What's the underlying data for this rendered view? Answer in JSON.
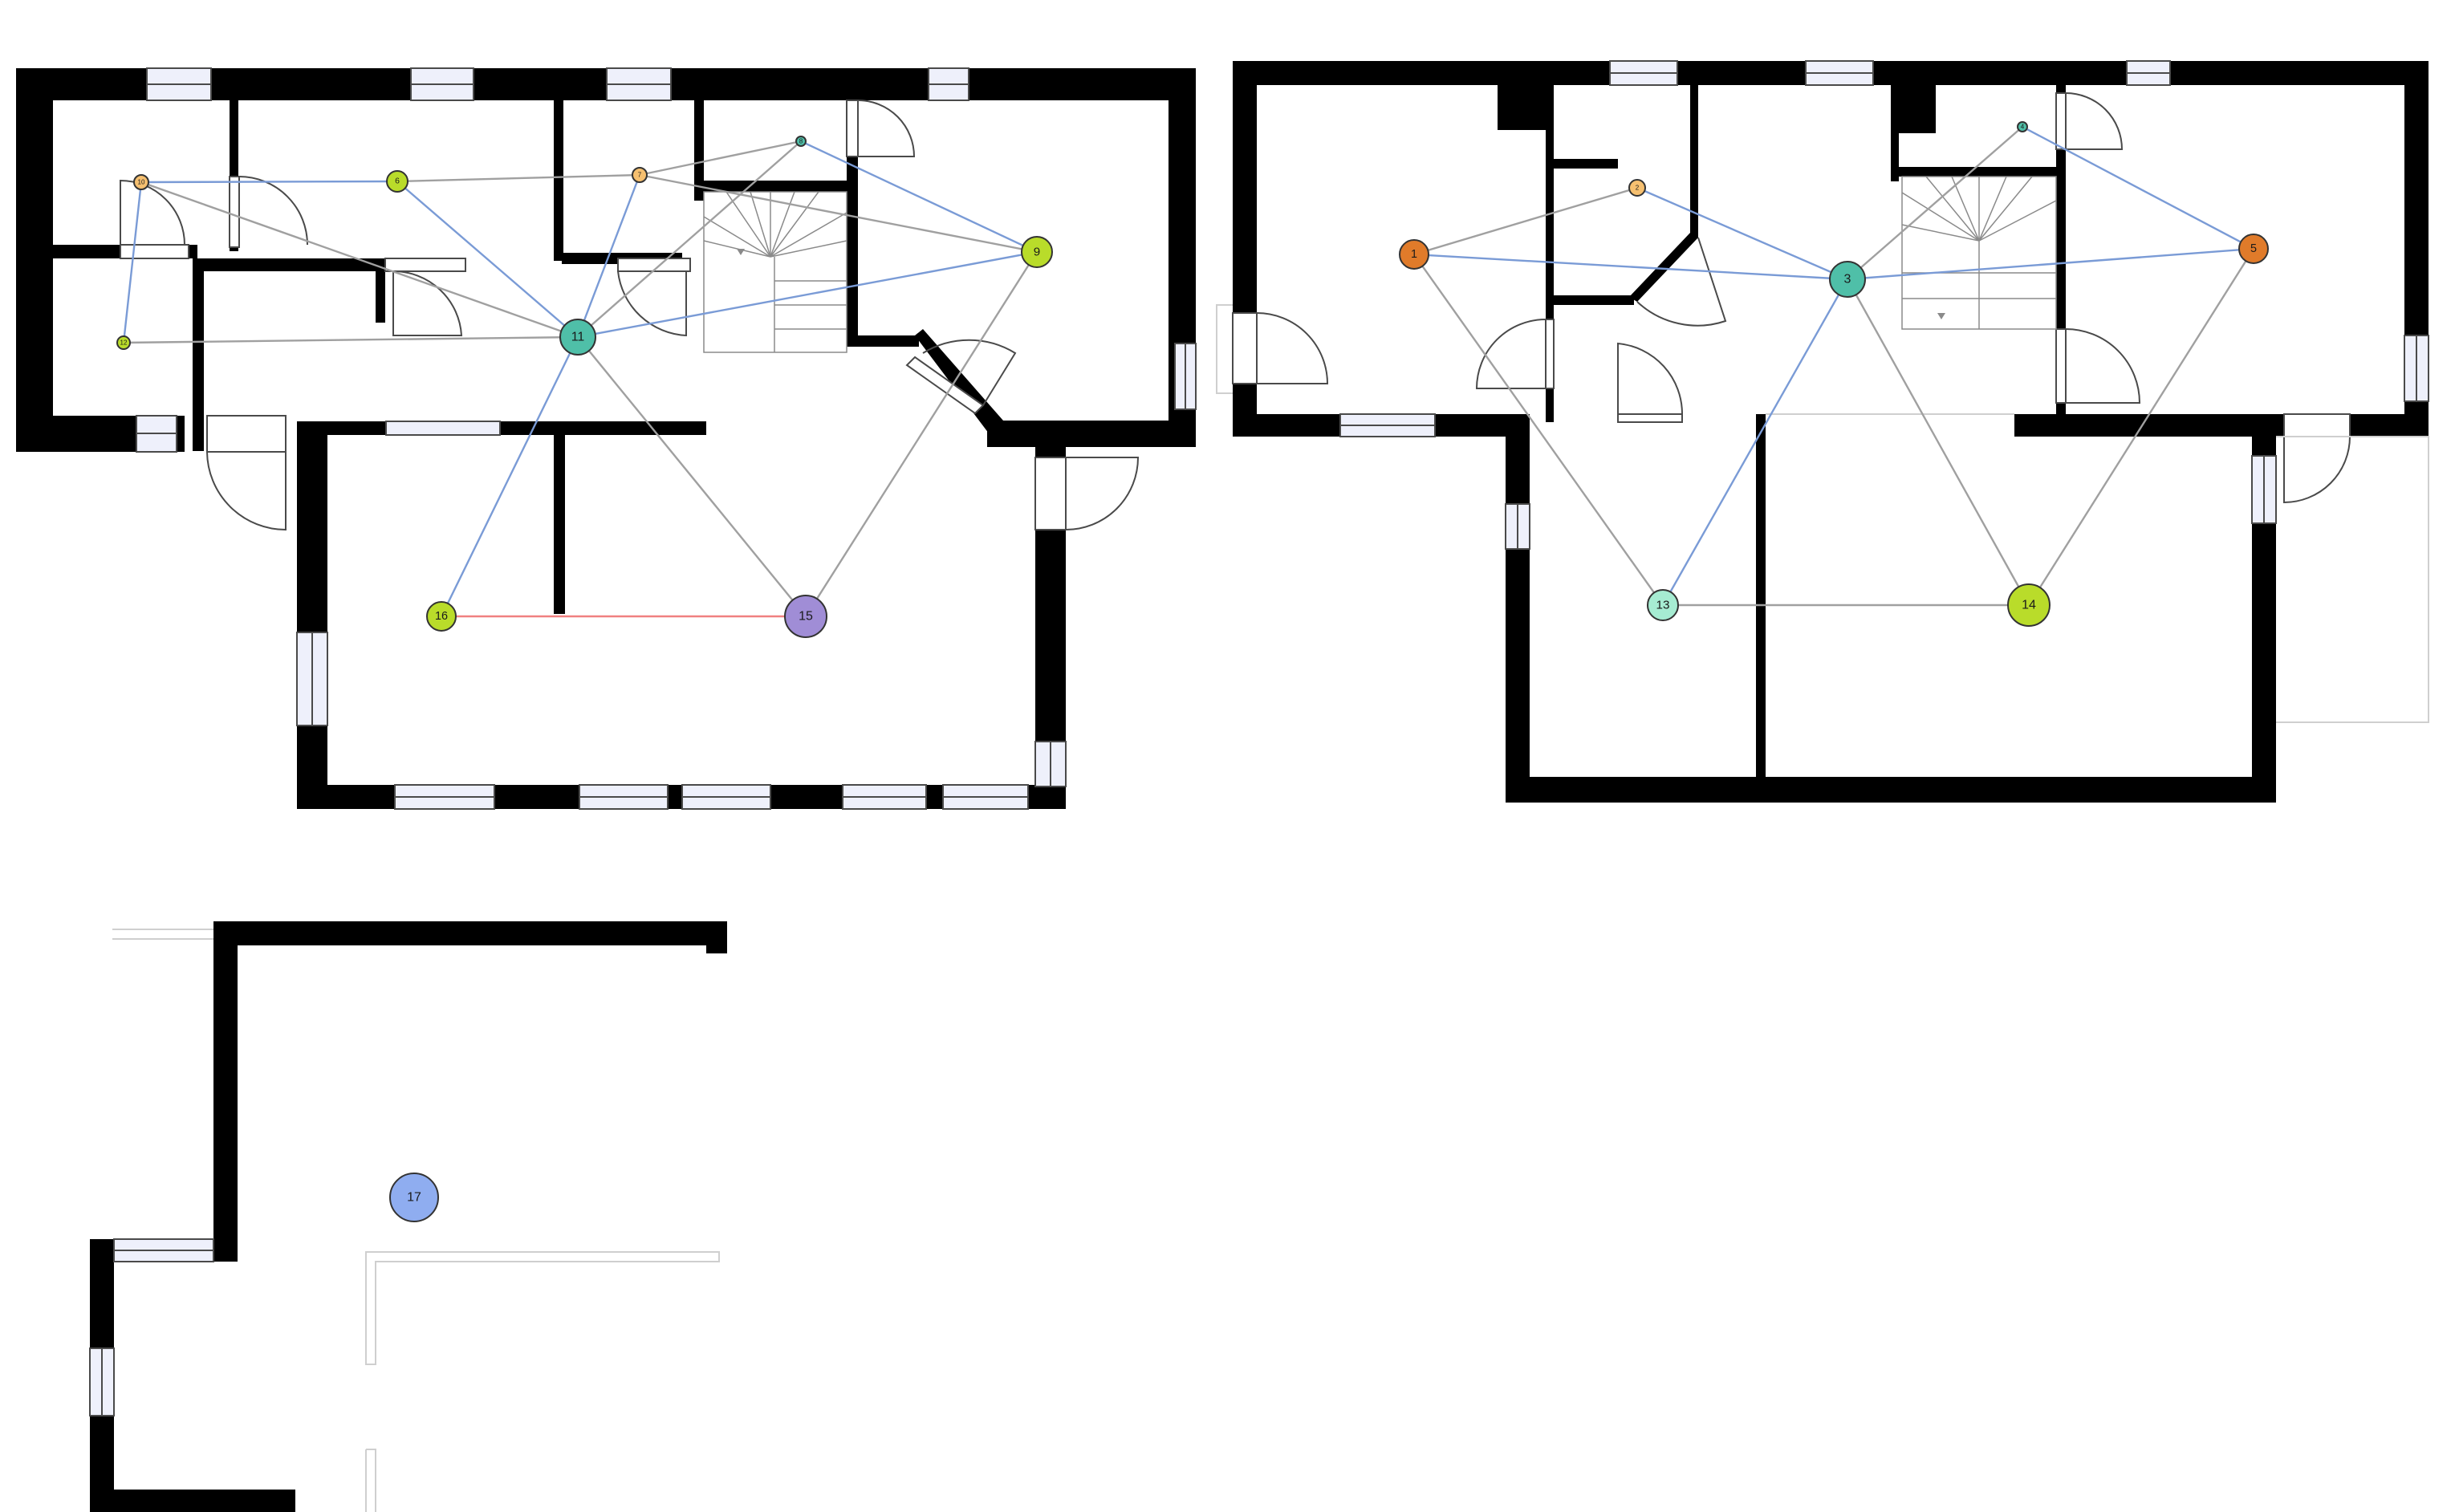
{
  "colors": {
    "wall": "#000000",
    "window_fill": "#eef0fb",
    "edge_gray": "#a0a0a0",
    "edge_blue": "#7a9bd6",
    "edge_red": "#f08080"
  },
  "nodes": [
    {
      "id": "1",
      "label": "1",
      "color": "#e07b2a"
    },
    {
      "id": "2",
      "label": "2",
      "color": "#f6c070"
    },
    {
      "id": "3",
      "label": "3",
      "color": "#4fbfa8"
    },
    {
      "id": "4",
      "label": "4",
      "color": "#4fbfa8"
    },
    {
      "id": "5",
      "label": "5",
      "color": "#e07b2a"
    },
    {
      "id": "6",
      "label": "6",
      "color": "#b9dc2a"
    },
    {
      "id": "7",
      "label": "7",
      "color": "#f6c070"
    },
    {
      "id": "8",
      "label": "8",
      "color": "#4fbfa8"
    },
    {
      "id": "9",
      "label": "9",
      "color": "#b9dc2a"
    },
    {
      "id": "10",
      "label": "10",
      "color": "#f6c070"
    },
    {
      "id": "11",
      "label": "11",
      "color": "#4fbfa8"
    },
    {
      "id": "12",
      "label": "12",
      "color": "#b9dc2a"
    },
    {
      "id": "13",
      "label": "13",
      "color": "#a6ecd2"
    },
    {
      "id": "14",
      "label": "14",
      "color": "#b9dc2a"
    },
    {
      "id": "15",
      "label": "15",
      "color": "#a08dd6"
    },
    {
      "id": "16",
      "label": "16",
      "color": "#b9dc2a"
    },
    {
      "id": "17",
      "label": "17",
      "color": "#8fadf0"
    }
  ],
  "edges": [
    {
      "from": "10",
      "to": "6",
      "kind": "blue"
    },
    {
      "from": "10",
      "to": "12",
      "kind": "blue"
    },
    {
      "from": "10",
      "to": "11",
      "kind": "gray"
    },
    {
      "from": "12",
      "to": "11",
      "kind": "gray"
    },
    {
      "from": "6",
      "to": "7",
      "kind": "gray"
    },
    {
      "from": "6",
      "to": "11",
      "kind": "blue"
    },
    {
      "from": "7",
      "to": "8",
      "kind": "gray"
    },
    {
      "from": "7",
      "to": "11",
      "kind": "blue"
    },
    {
      "from": "7",
      "to": "9",
      "kind": "gray"
    },
    {
      "from": "8",
      "to": "11",
      "kind": "gray"
    },
    {
      "from": "8",
      "to": "9",
      "kind": "blue"
    },
    {
      "from": "11",
      "to": "9",
      "kind": "blue"
    },
    {
      "from": "11",
      "to": "16",
      "kind": "blue"
    },
    {
      "from": "11",
      "to": "15",
      "kind": "gray"
    },
    {
      "from": "9",
      "to": "15",
      "kind": "gray"
    },
    {
      "from": "16",
      "to": "15",
      "kind": "red"
    },
    {
      "from": "1",
      "to": "2",
      "kind": "gray"
    },
    {
      "from": "1",
      "to": "3",
      "kind": "blue"
    },
    {
      "from": "1",
      "to": "13",
      "kind": "gray"
    },
    {
      "from": "2",
      "to": "3",
      "kind": "blue"
    },
    {
      "from": "3",
      "to": "4",
      "kind": "gray"
    },
    {
      "from": "3",
      "to": "5",
      "kind": "blue"
    },
    {
      "from": "3",
      "to": "13",
      "kind": "blue"
    },
    {
      "from": "3",
      "to": "14",
      "kind": "gray"
    },
    {
      "from": "4",
      "to": "5",
      "kind": "blue"
    },
    {
      "from": "5",
      "to": "14",
      "kind": "gray"
    },
    {
      "from": "13",
      "to": "14",
      "kind": "gray"
    }
  ]
}
